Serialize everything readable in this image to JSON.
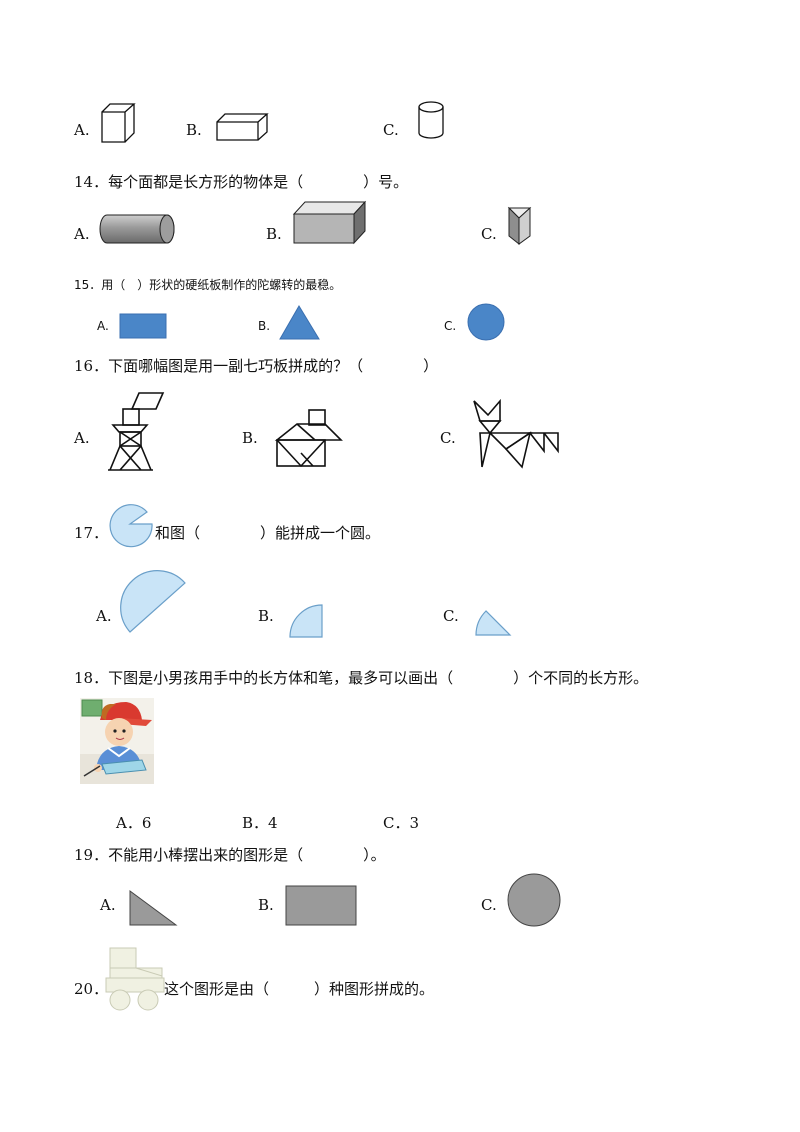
{
  "q13": {
    "a": "A.",
    "b": "B.",
    "c": "C."
  },
  "q14": {
    "stem": "14．每个面都是长方形的物体是（　　　　）号。",
    "a": "A.",
    "b": "B.",
    "c": "C."
  },
  "q15": {
    "stem": "15．用（　）形状的硬纸板制作的陀螺转的最稳。",
    "a": "A.",
    "b": "B.",
    "c": "C.",
    "colors": {
      "fill": "#4a86c8",
      "stroke": "#3a6fb0"
    }
  },
  "q16": {
    "stem": "16．下面哪幅图是用一副七巧板拼成的？（　　　　）",
    "a": "A.",
    "b": "B.",
    "c": "C."
  },
  "q17": {
    "num": "17．",
    "stem": "和图（　　　　）能拼成一个圆。",
    "a": "A.",
    "b": "B.",
    "c": "C.",
    "colors": {
      "fill": "#c9e4f7",
      "stroke": "#6a9fc9"
    }
  },
  "q18": {
    "stem": "18．下图是小男孩用手中的长方体和笔，最多可以画出（　　　　）个不同的长方形。",
    "a": "A．6",
    "b": "B．4",
    "c": "C．3"
  },
  "q19": {
    "stem": "19．不能用小棒摆出来的图形是（　　　　）。",
    "a": "A.",
    "b": "B.",
    "c": "C.",
    "colors": {
      "fill": "#9a9a9a"
    }
  },
  "q20": {
    "num": "20．",
    "stem": "这个图形是由（　　　）种图形拼成的。"
  }
}
